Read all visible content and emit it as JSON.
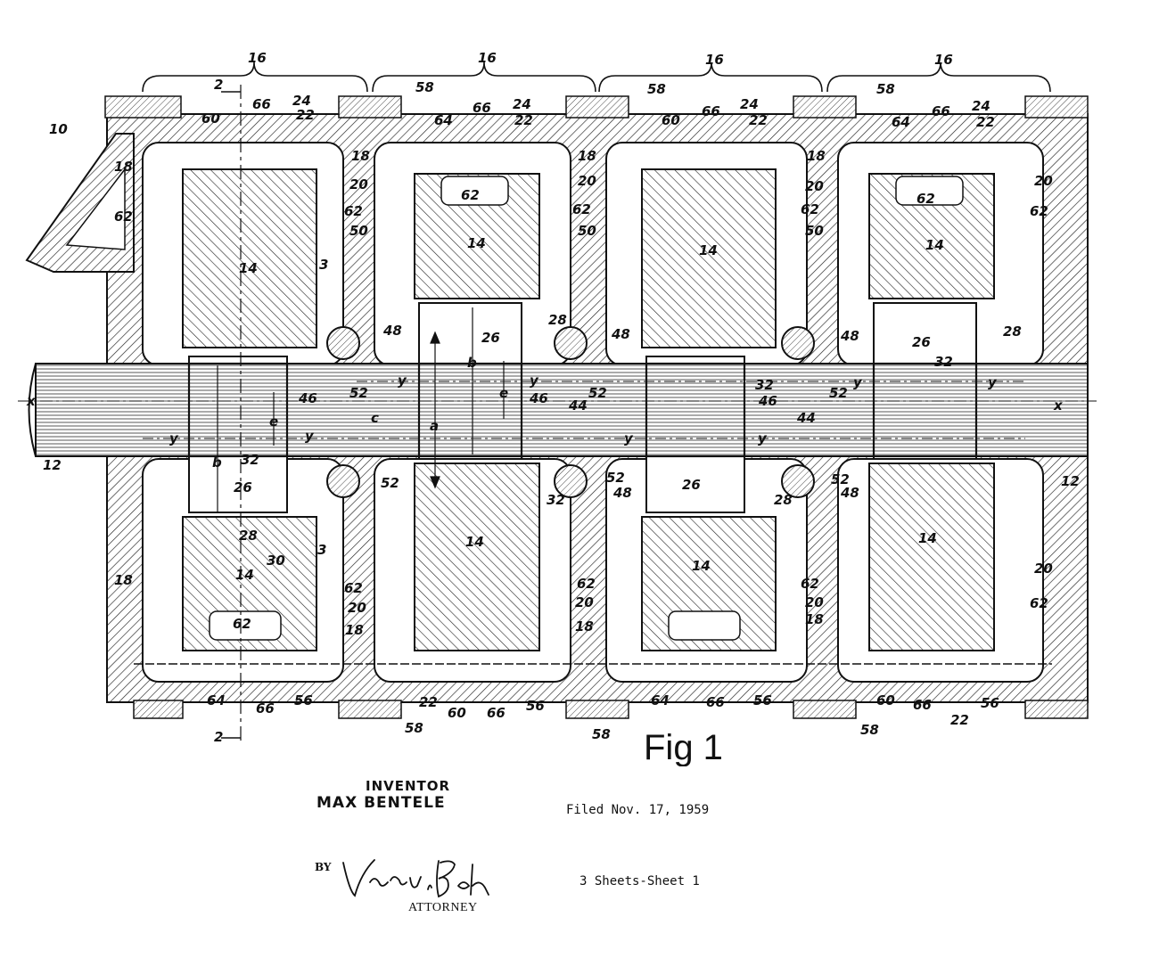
{
  "figure": {
    "label": "Fig 1",
    "refs": {
      "r10": "10",
      "r12": "12",
      "r14": "14",
      "r16": "16",
      "r18": "18",
      "r20": "20",
      "r22": "22",
      "r24": "24",
      "r26": "26",
      "r28": "28",
      "r30": "30",
      "r32": "32",
      "r44": "44",
      "r46": "46",
      "r48": "48",
      "r50": "50",
      "r52": "52",
      "r56": "56",
      "r58": "58",
      "r60": "60",
      "r62": "62",
      "r64": "64",
      "r66": "66",
      "s2": "2",
      "s3": "3",
      "la": "a",
      "lb": "b",
      "lc": "c",
      "le": "e",
      "lx": "x",
      "ly": "y"
    }
  },
  "inventor": {
    "title": "INVENTOR",
    "name": "MAX BENTELE"
  },
  "filed": "Filed Nov. 17, 1959",
  "by": "BY",
  "signature": "Victor D. Behn",
  "attorney": "ATTORNEY",
  "sheets": "3 Sheets-Sheet 1"
}
